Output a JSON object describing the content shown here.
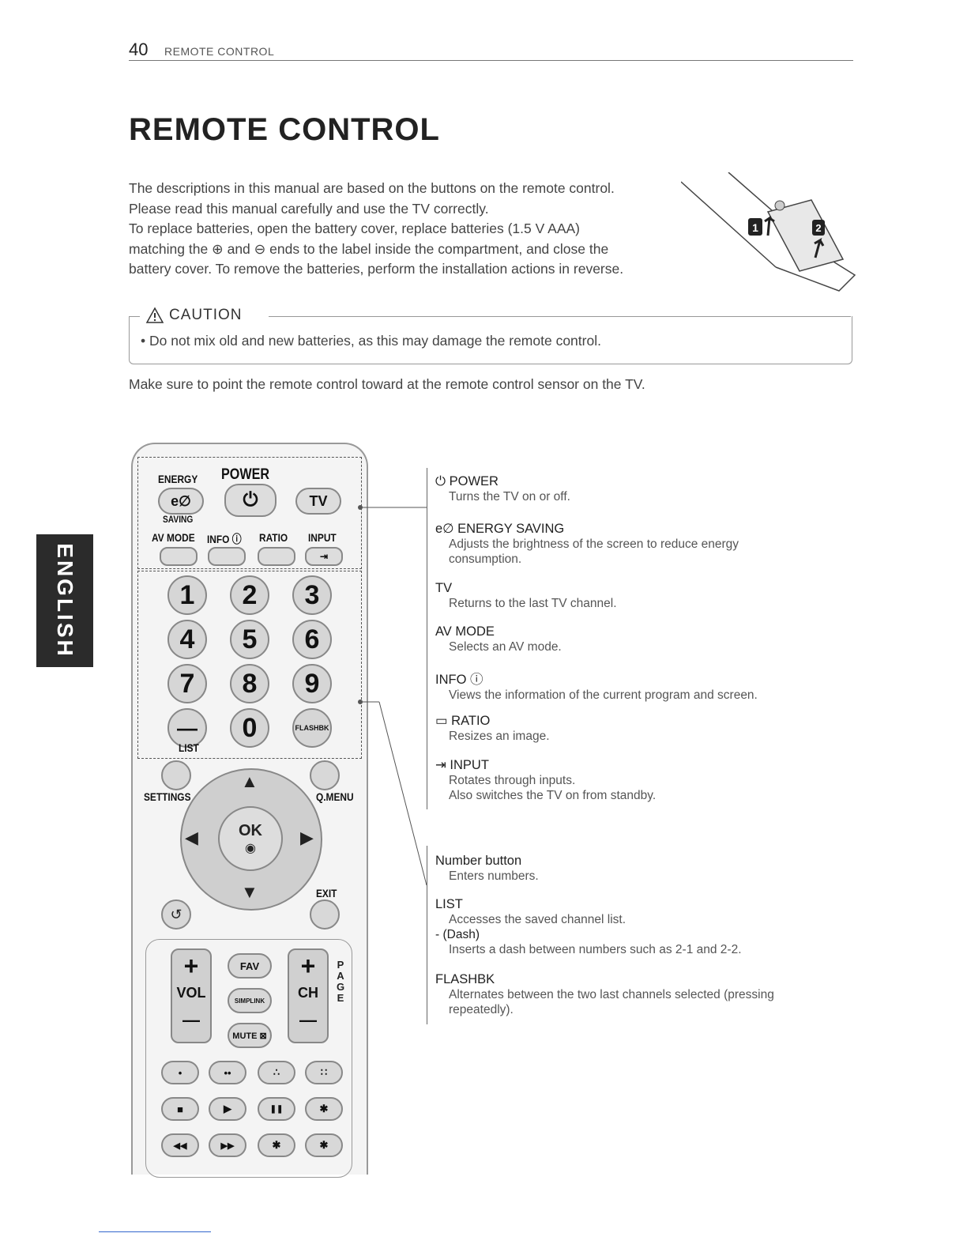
{
  "header": {
    "page_number": "40",
    "section": "REMOTE CONTROL"
  },
  "title": "REMOTE CONTROL",
  "intro": [
    "The descriptions in this manual are based on the buttons on the remote control.",
    "Please read this manual carefully and use the TV correctly.",
    "To replace batteries, open the battery cover, replace batteries (1.5 V AAA)",
    "matching the ⊕ and ⊖ ends to the label inside the compartment, and close the",
    "battery cover. To remove the batteries, perform the installation actions in reverse."
  ],
  "battery_illustration": {
    "step1": "1",
    "step2": "2"
  },
  "caution": {
    "heading": "CAUTION",
    "item": "Do not mix old and new batteries, as this may damage the remote control."
  },
  "pointer_note": "Make sure to point the remote control toward at the remote control sensor on the TV.",
  "language_tab": "ENGLISH",
  "remote": {
    "energy": "ENERGY",
    "power": "POWER",
    "saving": "SAVING",
    "eco": "e∅",
    "power_symbol": "⏻",
    "tv": "TV",
    "av_mode": "AV MODE",
    "info": "INFO ⓘ",
    "ratio": "RATIO",
    "input": "INPUT",
    "digits": [
      "1",
      "2",
      "3",
      "4",
      "5",
      "6",
      "7",
      "8",
      "9"
    ],
    "dash": "—",
    "zero": "0",
    "flashbk": "FLASHBK",
    "list": "LIST",
    "settings": "SETTINGS",
    "qmenu": "Q.MENU",
    "ok": "OK",
    "exit": "EXIT",
    "back": "↺",
    "up": "▲",
    "down": "▼",
    "left": "◀",
    "right": "▶",
    "vol": "VOL",
    "ch": "CH",
    "plus": "+",
    "minus": "—",
    "fav": "FAV",
    "simplink": "SIMPLINK",
    "mute": "MUTE ⊠",
    "page": "PAGE",
    "color_row": [
      "•",
      "••",
      "∴",
      "∷"
    ],
    "play_row": [
      "■",
      "▶",
      "❚❚",
      "✱"
    ],
    "seek_row": [
      "◀◀",
      "▶▶",
      "✱",
      "✱"
    ]
  },
  "descriptions_top": [
    {
      "title": "⏻ POWER",
      "lines": [
        "Turns the TV on or off."
      ]
    },
    {
      "title": "e∅ ENERGY SAVING",
      "lines": [
        "Adjusts the brightness of the screen to reduce energy",
        "consumption."
      ]
    },
    {
      "title": "TV",
      "lines": [
        "Returns to the last TV channel."
      ]
    },
    {
      "title": "AV MODE",
      "lines": [
        "Selects an AV mode."
      ]
    },
    {
      "title": "INFO ⓘ",
      "lines": [
        "Views the information of the current program and screen."
      ]
    },
    {
      "title": "▭ RATIO",
      "lines": [
        "Resizes an image."
      ]
    },
    {
      "title": "⇥ INPUT",
      "lines": [
        "Rotates through inputs.",
        "Also switches the TV on from standby."
      ]
    }
  ],
  "descriptions_bottom": [
    {
      "title": "Number button",
      "lines": [
        "Enters numbers."
      ]
    },
    {
      "title": "LIST",
      "lines": [
        "Accesses the saved channel list."
      ]
    },
    {
      "title": "- (Dash)",
      "lines": [
        "Inserts a dash between numbers such as 2-1 and 2-2."
      ]
    },
    {
      "title": "FLASHBK",
      "lines": [
        "Alternates between the two last channels selected (pressing",
        "repeatedly)."
      ]
    }
  ]
}
